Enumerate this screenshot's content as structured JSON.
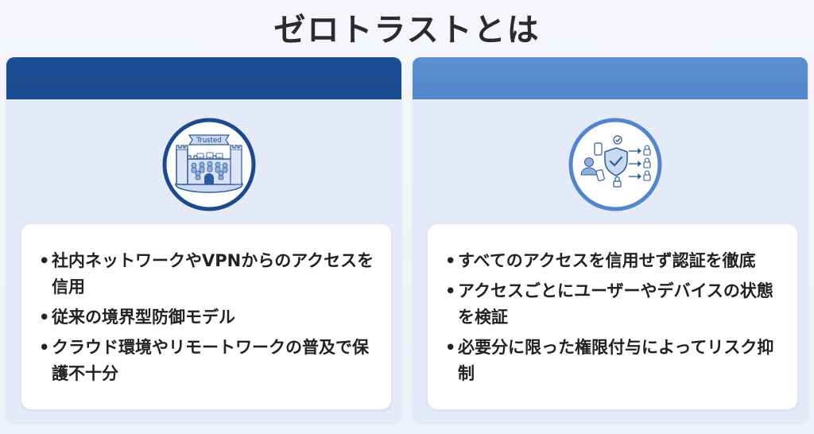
{
  "title": "ゼロトラストとは",
  "left_panel": {
    "header_label": "",
    "badge_text": "Trusted",
    "icon": "castle-icon",
    "bullets": [
      "社内ネットワークやVPNからのアクセスを信用",
      "従来の境界型防御モデル",
      "クラウド環境やリモートワークの普及で保護不十分"
    ]
  },
  "right_panel": {
    "header_label": "",
    "icon": "zero-trust-icon",
    "bullets": [
      "すべてのアクセスを信用せず認証を徹底",
      "アクセスごとにユーザーやデバイスの状態を検証",
      "必要分に限った権限付与によってリスク抑制"
    ]
  },
  "colors": {
    "left_header": "#1a4a8f",
    "right_header": "#5187cb",
    "icon_ring_left": "#1a4a8f",
    "icon_ring_right": "#4f86cf"
  }
}
